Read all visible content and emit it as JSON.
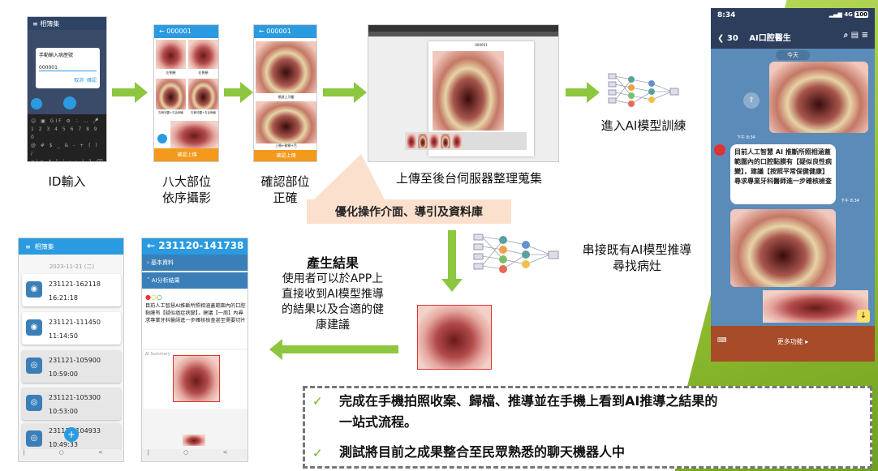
{
  "captions": {
    "id_input": "ID輸入",
    "eight_parts": "八大部位\n依序攝影",
    "confirm_parts": "確認部位\n正確",
    "upload": "上傳至後台伺服器整理蒐集",
    "train": "進入AI模型訓練",
    "infer": "串接既有AI模型推導\n尋找病灶",
    "optimize": "優化操作介面、導引及資料庫",
    "result_title": "產生結果",
    "result_body": "使用者可以於APP上\n直接收到AI模型推導\n的結果以及合適的健\n康建議"
  },
  "phone1": {
    "title": "相簿集",
    "dialog_title": "手動輸入病歷號",
    "dialog_value": "000001",
    "cancel": "取消",
    "ok": "確認"
  },
  "phone2": {
    "title": "000001",
    "labels": [
      "左側頰",
      "右側頰",
      "左側牙齦+左舌側面",
      "右側牙齦+右舌側面"
    ],
    "button": "確認上傳"
  },
  "phone3": {
    "title": "000001",
    "labels": [
      "顎部上牙齦",
      "上顎+軟顎+舌"
    ],
    "button": "確認上傳"
  },
  "server": {
    "title": "000001"
  },
  "album": {
    "title": "相簿集",
    "date": "2023-11-21 (二)",
    "items": [
      {
        "id": "231121-162118",
        "time": "16:21:18"
      },
      {
        "id": "231121-111450",
        "time": "11:14:50"
      },
      {
        "id": "231121-105900",
        "time": "10:59:00"
      },
      {
        "id": "231121-105300",
        "time": "10:53:00"
      },
      {
        "id": "231121-104933",
        "time": "10:49:33"
      }
    ]
  },
  "detail": {
    "title": "231120-141738",
    "basic": "基本資料",
    "ai_result": "AI分析結果",
    "text": "目前人工智慧AI推斷所照相涵蓋範圍內的口腔黏膜有【疑似癌症病變】，建議【一周】內尋求專業牙科醫師進一步確核檢查甚至需要切片",
    "summary": "AI Summary"
  },
  "chat": {
    "time": "8:34",
    "back_count": "30",
    "title": "AI口腔醫生",
    "status": "4G",
    "battery": "100",
    "today": "今天",
    "stamp1": "下午 8:34",
    "message": "目前人工智慧 AI 推斷所照相涵蓋範圍內的口腔黏膜有【疑似良性病變】，建議【按照平常保健健康】尋求專業牙科醫師進一步確核檢查",
    "stamp2": "下午 8:34",
    "more": "更多功能 ▸"
  },
  "summary": {
    "item1": "完成在手機拍照收案、歸檔、推導並在手機上看到AI推導之結果的\n一站式流程。",
    "item2": "測試將目前之成果整合至民眾熟悉的聊天機器人中"
  }
}
